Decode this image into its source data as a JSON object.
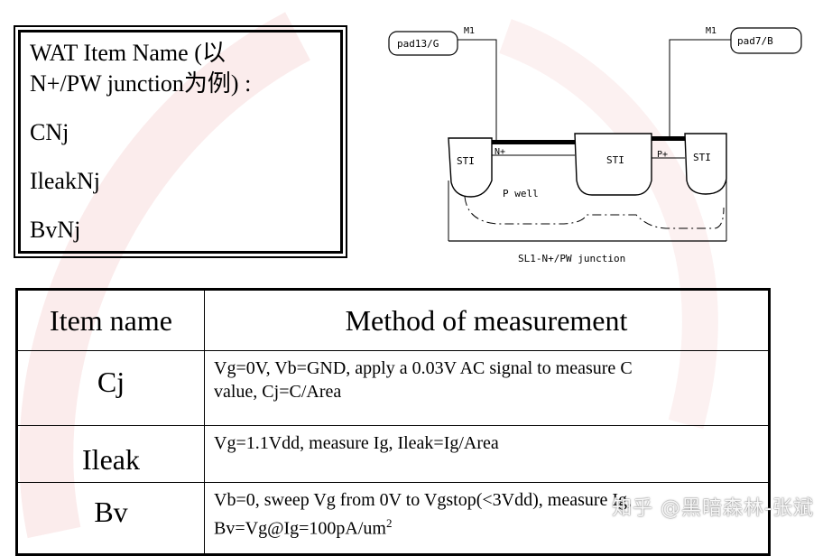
{
  "item_box": {
    "title_line1": "WAT  Item Name (以",
    "title_line2": "N+/PW junction为例) :",
    "items": [
      "CNj",
      "IleakNj",
      "BvNj"
    ]
  },
  "diagram": {
    "pad_left": "pad13/G",
    "pad_right": "pad7/B",
    "metal_left": "M1",
    "metal_right": "M1",
    "sti_left": "STI",
    "sti_middle": "STI",
    "sti_right": "STI",
    "n_plus": "N+",
    "p_plus": "P+",
    "p_well": "P well",
    "caption": "SL1-N+/PW junction"
  },
  "table": {
    "header_item": "Item name",
    "header_method": "Method of measurement",
    "rows": [
      {
        "name": "Cj",
        "method_line1": "Vg=0V, Vb=GND, apply a 0.03V AC signal to measure C",
        "method_line2": "value, Cj=C/Area"
      },
      {
        "name": "Ileak",
        "method_line1": "Vg=1.1Vdd, measure Ig, Ileak=Ig/Area"
      },
      {
        "name": "Bv",
        "method_line1": "Vb=0, sweep Vg from 0V to Vgstop(<3Vdd), measure Ig,",
        "method_line2": "Bv=Vg@Ig=100pA/um",
        "method_sup": "2"
      }
    ]
  },
  "watermark": "知乎 @黑暗森林-张斌"
}
